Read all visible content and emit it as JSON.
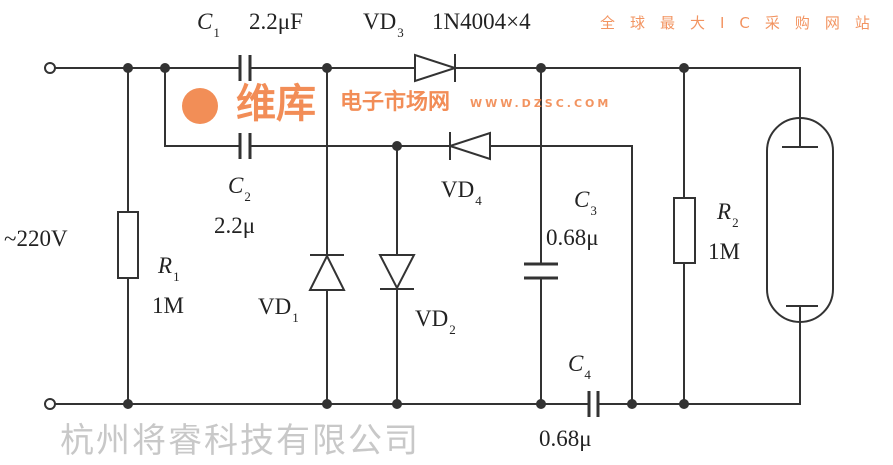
{
  "title": "Fluorescent lamp voltage-multiplier circuit",
  "source_label": "~220V",
  "components": {
    "c1": {
      "name": "C",
      "sub": "1",
      "value": "2.2μF"
    },
    "c2": {
      "name": "C",
      "sub": "2",
      "value": "2.2μ"
    },
    "c3": {
      "name": "C",
      "sub": "3",
      "value": "0.68μ"
    },
    "c4": {
      "name": "C",
      "sub": "4",
      "value": "0.68μ"
    },
    "r1": {
      "name": "R",
      "sub": "1",
      "value": "1M"
    },
    "r2": {
      "name": "R",
      "sub": "2",
      "value": "1M"
    },
    "vd1": {
      "name": "VD",
      "sub": "1"
    },
    "vd2": {
      "name": "VD",
      "sub": "2"
    },
    "vd3": {
      "name": "VD",
      "sub": "3",
      "value": "1N4004×4"
    },
    "vd4": {
      "name": "VD",
      "sub": "4"
    }
  },
  "watermark": {
    "company": "杭州将睿科技有限公司",
    "brand": "维库",
    "tagline": "电子市场网",
    "url": "www.dzsc.com",
    "slogan": "全球最大IC采购网站",
    "color": "#f07a3a"
  }
}
